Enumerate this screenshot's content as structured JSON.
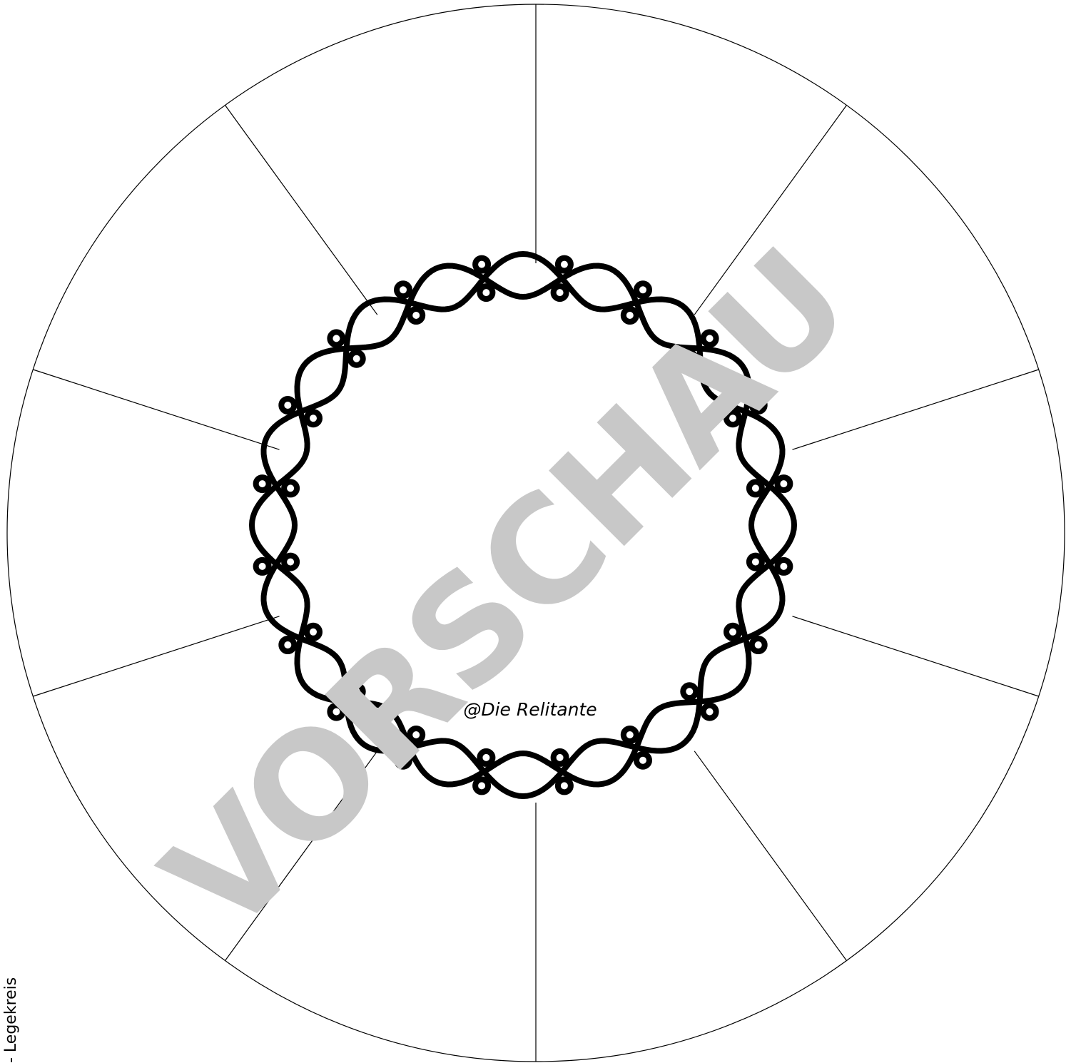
{
  "side_label": "- Legekreis",
  "credit": "@Die Relitante",
  "watermark": "VORSCHAU",
  "segments": 10,
  "bead_wreath_knots": 20,
  "colors": {
    "background": "#ffffff",
    "outline": "#000000",
    "wreath": "#000000",
    "watermark": "#c8c8c8"
  }
}
